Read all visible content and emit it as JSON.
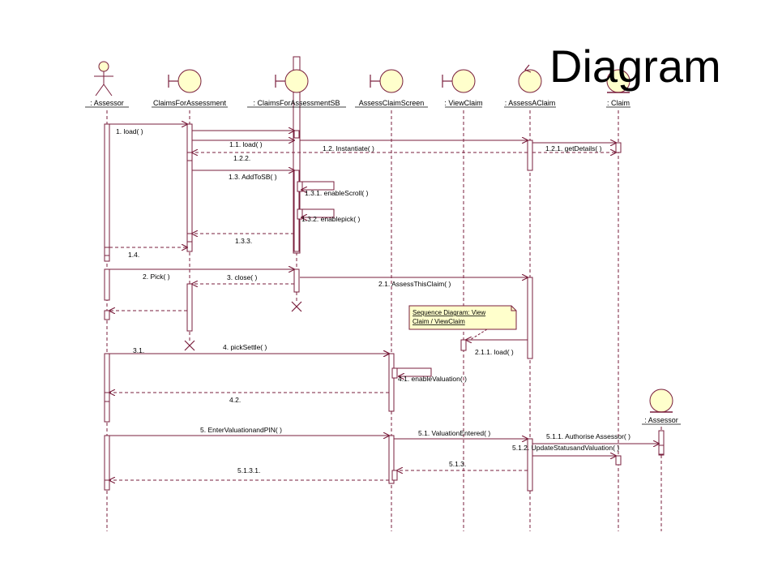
{
  "title": "Diagram",
  "colors": {
    "line": "#7a1f3d",
    "participant_fill": "#ffffcc",
    "note_fill": "#ffffcc",
    "text": "#000000",
    "destroy": "#7a1f3d"
  },
  "participants": [
    {
      "id": "assessor",
      "label": ": Assessor",
      "icon": "actor-icon"
    },
    {
      "id": "claimsForAssessment",
      "label": "ClaimsForAssessment",
      "icon": "boundary-icon"
    },
    {
      "id": "claimsForAssessmentSB",
      "label": ": ClaimsForAssessmentSB",
      "icon": "boundary-icon"
    },
    {
      "id": "assessClaimScreen",
      "label": "AssessClaimScreen",
      "icon": "boundary-icon"
    },
    {
      "id": "viewClaim",
      "label": ": ViewClaim",
      "icon": "boundary-icon"
    },
    {
      "id": "assessAClaim",
      "label": ": AssessAClaim",
      "icon": "control-icon"
    },
    {
      "id": "claim",
      "label": ": Claim",
      "icon": "entity-icon"
    },
    {
      "id": "assessor2",
      "label": ": Assessor",
      "icon": "entity-icon"
    }
  ],
  "messages": [
    {
      "label": "1. load( )"
    },
    {
      "label": "1.1. load( )"
    },
    {
      "label": "1.2. Instantiate( )"
    },
    {
      "label": "1.2.1. getDetails( )"
    },
    {
      "label": "1.2.2."
    },
    {
      "label": "1.3. AddToSB( )"
    },
    {
      "label": "1.3.1. enableScroll( )"
    },
    {
      "label": "1.3.2. enablepick( )"
    },
    {
      "label": "1.3.3."
    },
    {
      "label": "1.4."
    },
    {
      "label": "2. Pick( )"
    },
    {
      "label": "3. close( )"
    },
    {
      "label": "2.1. AssessThisClaim( )"
    },
    {
      "label": "2.1.1. load( )"
    },
    {
      "label": "3.1."
    },
    {
      "label": "4. pickSettle( )"
    },
    {
      "label": "4.1. enableValuation( )"
    },
    {
      "label": "4.2."
    },
    {
      "label": "5. EnterValuationandPIN( )"
    },
    {
      "label": "5.1. ValuationEntered( )"
    },
    {
      "label": "5.1.1. Authorise Assessor( )"
    },
    {
      "label": "5.1.2. UpdateStatusandValuation( )"
    },
    {
      "label": "5.1.3."
    },
    {
      "label": "5.1.3.1."
    }
  ],
  "note": {
    "line1": "Sequence Diagram: View",
    "line2": "Claim / ViewClaim"
  }
}
